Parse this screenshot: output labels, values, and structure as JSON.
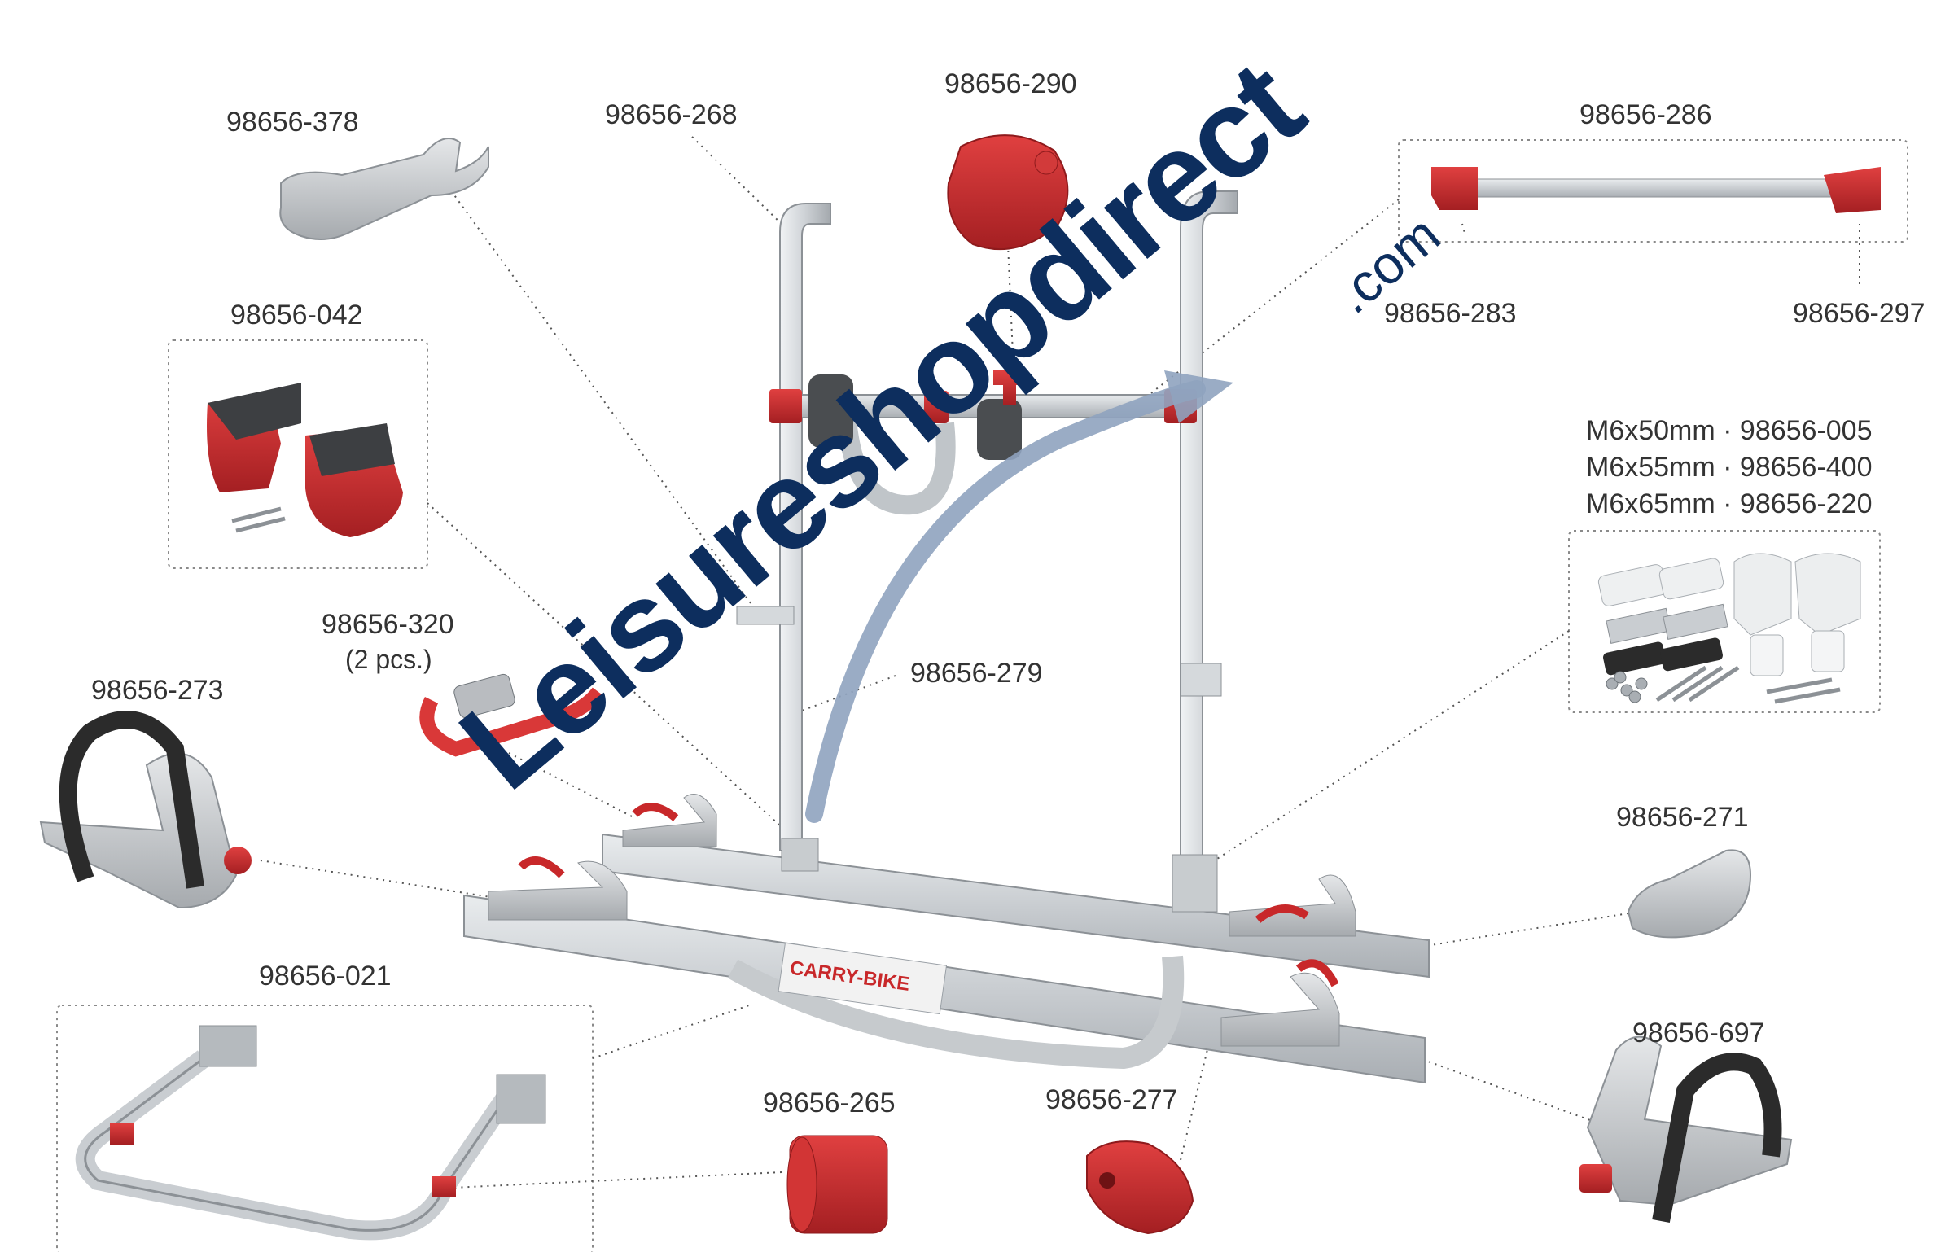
{
  "colors": {
    "part_red": "#c8282a",
    "part_red_dark": "#8e1a1c",
    "aluminium": "#cfd3d6",
    "aluminium_dark": "#9aa0a6",
    "grey_plastic": "#b9bcc0",
    "strap_black": "#2b2b2b",
    "leader_line": "#555555",
    "watermark_navy": "#0d2e5e",
    "watermark_arc": "#8fa3bf"
  },
  "parts": {
    "p378": "98656-378",
    "p268": "98656-268",
    "p290": "98656-290",
    "p286": "98656-286",
    "p042": "98656-042",
    "p283": "98656-283",
    "p297": "98656-297",
    "m6x50": "M6x50mm · 98656-005",
    "m6x55": "M6x55mm · 98656-400",
    "m6x65": "M6x65mm · 98656-220",
    "p320": "98656-320",
    "p320_qty": "(2 pcs.)",
    "p273": "98656-273",
    "p279": "98656-279",
    "p271": "98656-271",
    "p021": "98656-021",
    "p697": "98656-697",
    "p265": "98656-265",
    "p277": "98656-277"
  },
  "product_decal": "CARRY-BIKE",
  "watermark": {
    "main": "Leisureshopdirect",
    "suffix": ".com"
  }
}
